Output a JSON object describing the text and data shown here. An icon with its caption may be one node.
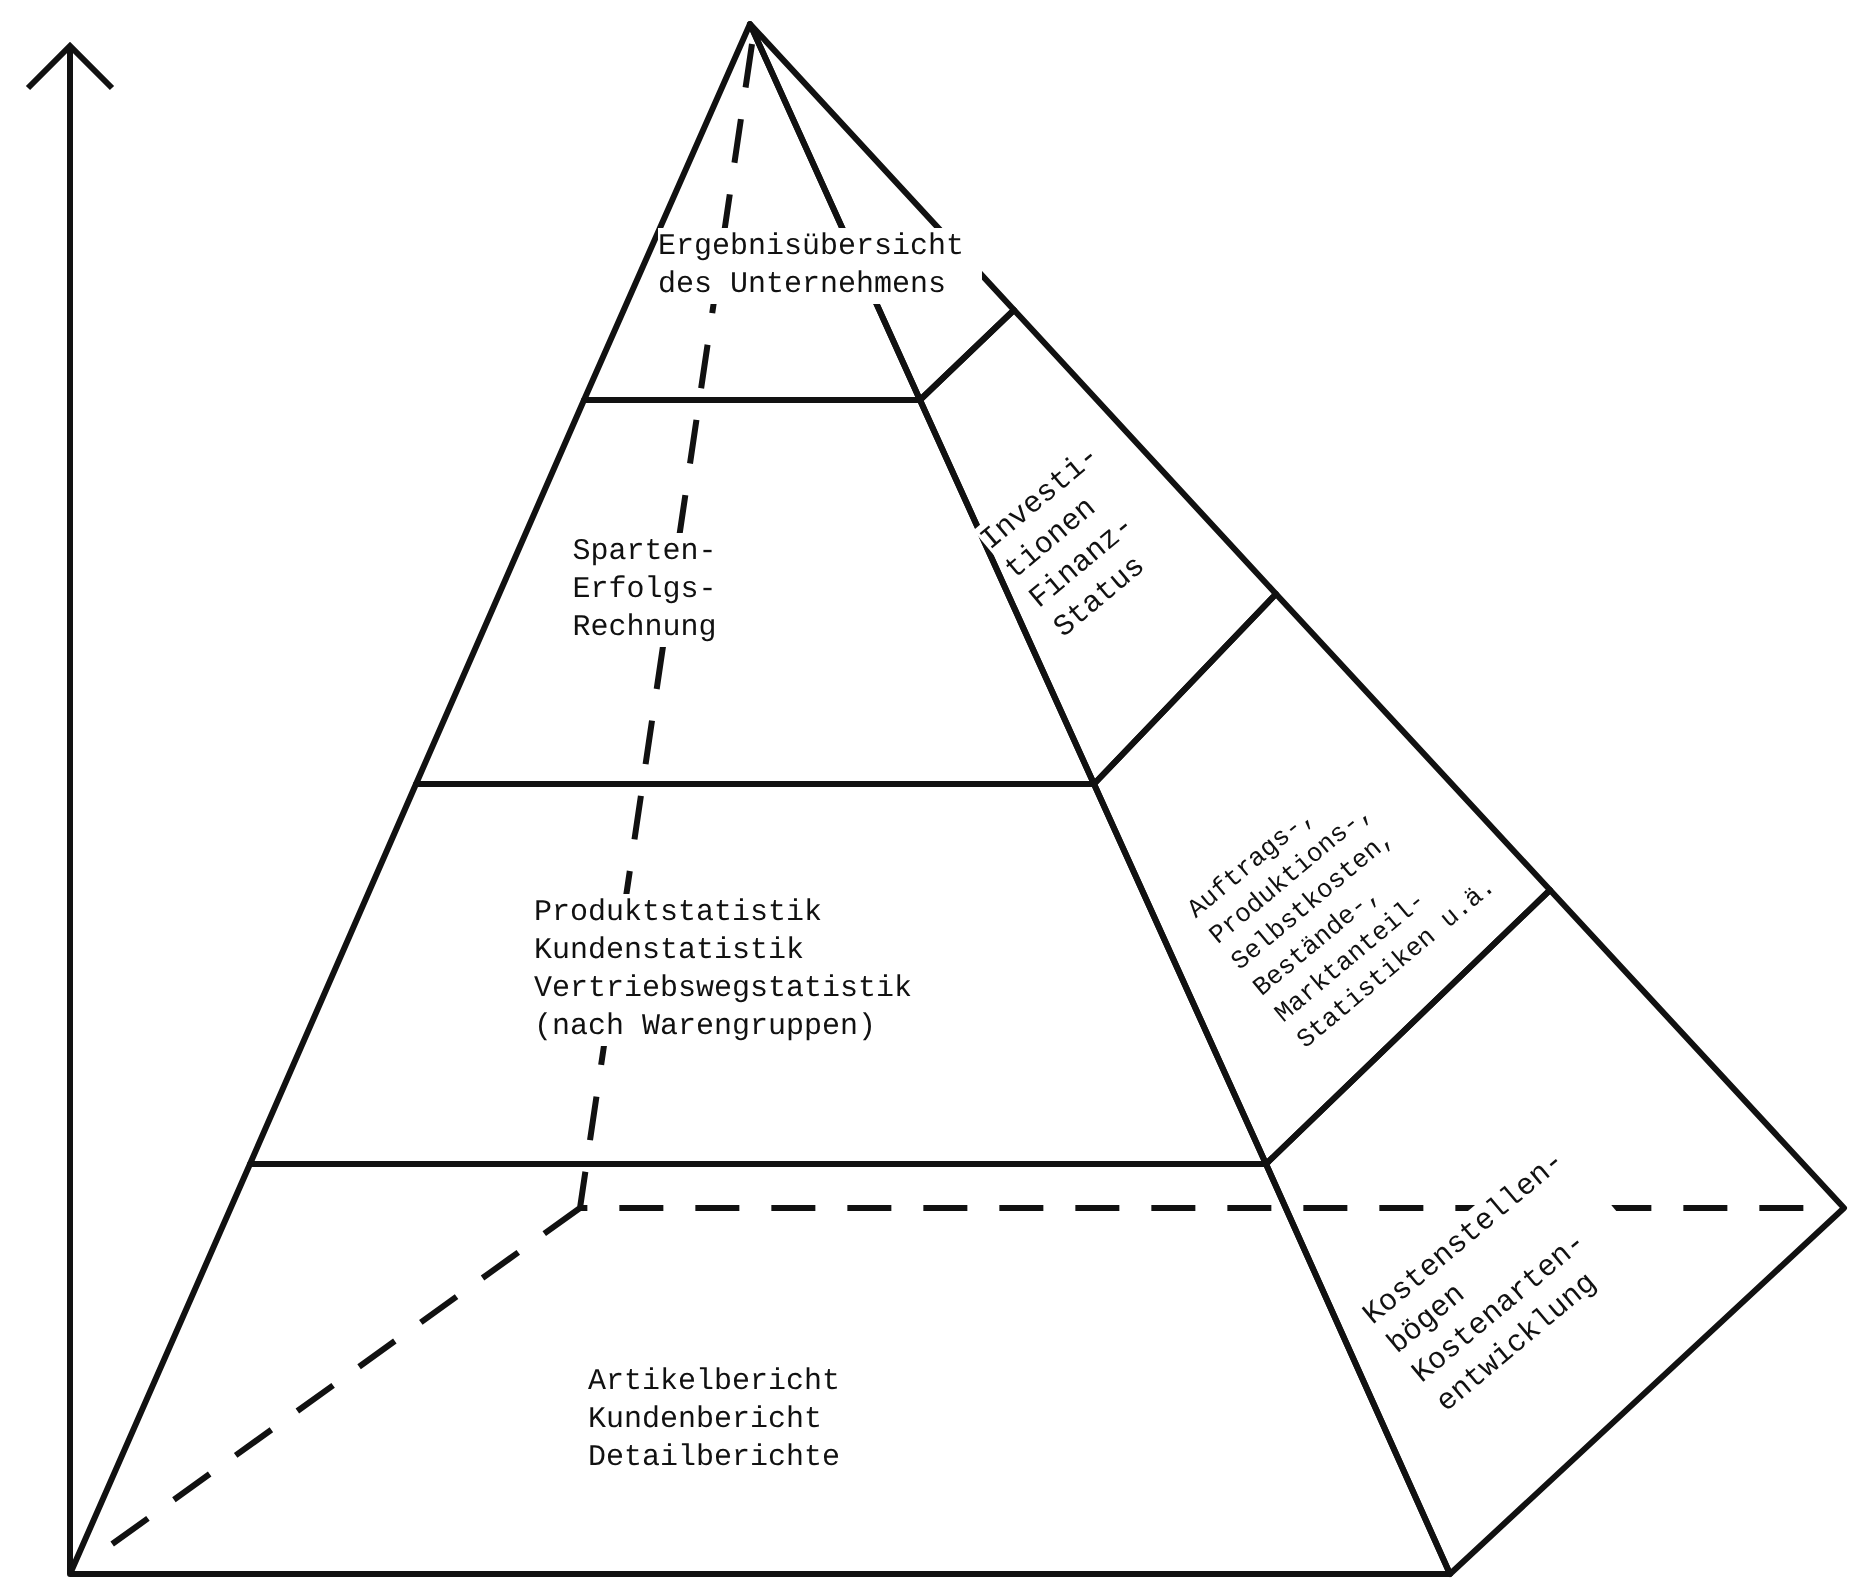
{
  "diagram": {
    "nodes": [
      {
        "text": [
          "Ergebnisübersicht des Unternehmens"
        ]
      },
      {
        "text": [
          "Sparten- Erfolgs- Rechnung"
        ]
      },
      {
        "text": [
          "Produktstatistik",
          "Kundenstatistik",
          "Vertriebswegstatistik",
          "(nach Warengruppen)"
        ]
      },
      {
        "text": [
          "Artikelbericht",
          "Kundenbericht",
          "Detailberichte"
        ]
      },
      {
        "text": [],
        "shape": "triangle"
      },
      {
        "text": [
          "Investi- tionen Finanz- Status"
        ]
      },
      {
        "text": [
          "Auftrags-, Produktions-, Selbstkosten, Bestände-, Marktanteil- Statistiken u.ä."
        ]
      },
      {
        "text": [
          "Kostenstellen- bögen Kostenarten- entwicklung"
        ]
      }
    ]
  }
}
